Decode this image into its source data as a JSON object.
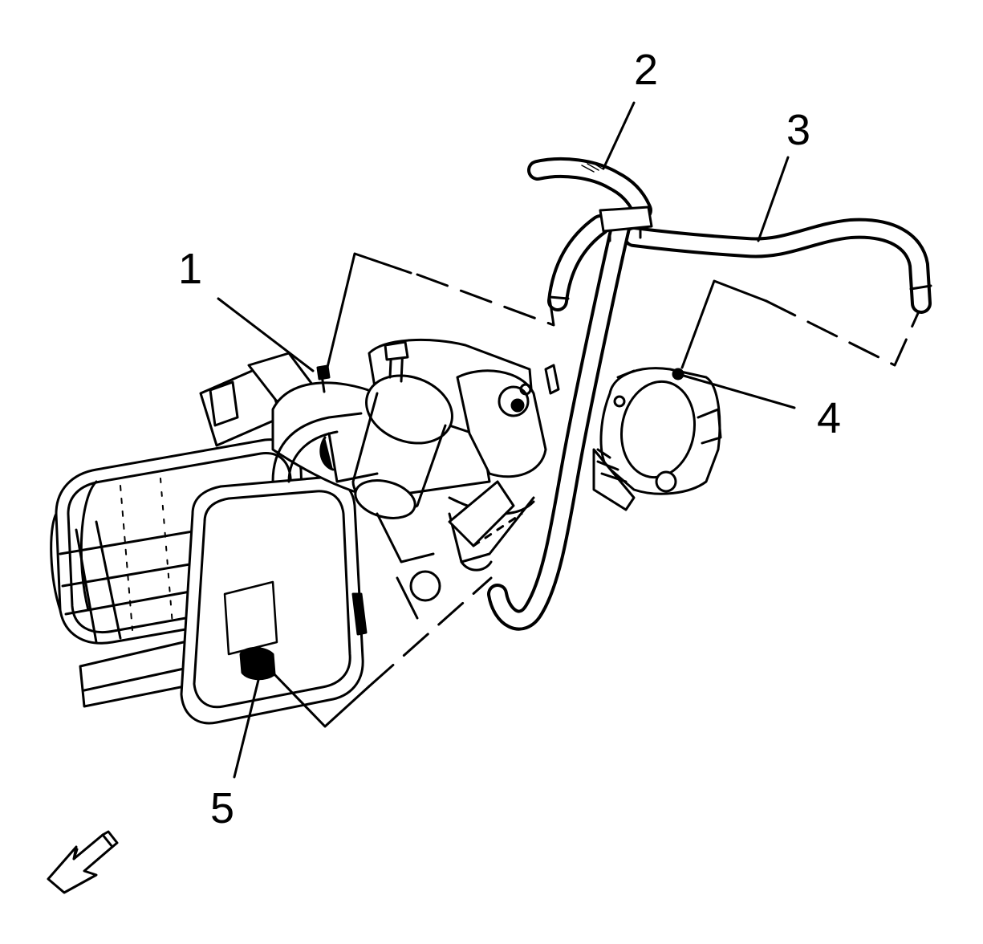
{
  "diagram": {
    "callouts": [
      {
        "id": "1",
        "label": "1"
      },
      {
        "id": "2",
        "label": "2"
      },
      {
        "id": "3",
        "label": "3"
      },
      {
        "id": "4",
        "label": "4"
      },
      {
        "id": "5",
        "label": "5"
      }
    ],
    "icons": {
      "direction_arrow": "forward-direction-arrow-icon"
    },
    "colors": {
      "ink": "#000000",
      "paper": "#ffffff"
    }
  }
}
